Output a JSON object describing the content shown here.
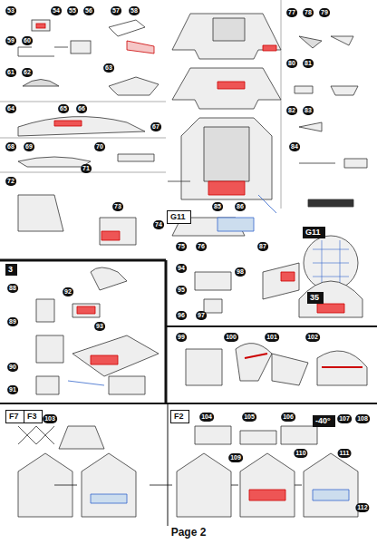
{
  "diagram": {
    "caption": "Page 2",
    "nodes": [
      {
        "text": [
          "G11"
        ]
      },
      {
        "text": [
          "G11"
        ]
      },
      {
        "text": [
          "3"
        ]
      },
      {
        "text": [
          "35"
        ]
      },
      {
        "text": [
          "F2"
        ]
      },
      {
        "text": [
          "F7"
        ]
      },
      {
        "text": [
          "F3"
        ]
      },
      {
        "text": [
          "-40°"
        ]
      }
    ],
    "labels": [
      "53",
      "54",
      "55",
      "56",
      "57",
      "58",
      "59",
      "60",
      "61",
      "62",
      "63",
      "64",
      "65",
      "66",
      "67",
      "68",
      "69",
      "70",
      "71",
      "72",
      "73",
      "74",
      "75",
      "76",
      "77",
      "78",
      "79",
      "80",
      "81",
      "82",
      "83",
      "84",
      "85",
      "86",
      "87",
      "88",
      "89",
      "90",
      "91",
      "92",
      "93",
      "94",
      "95",
      "96",
      "97",
      "98",
      "99",
      "100",
      "101",
      "102",
      "103",
      "104",
      "105",
      "106",
      "107",
      "108",
      "109",
      "110",
      "111",
      "112"
    ]
  }
}
